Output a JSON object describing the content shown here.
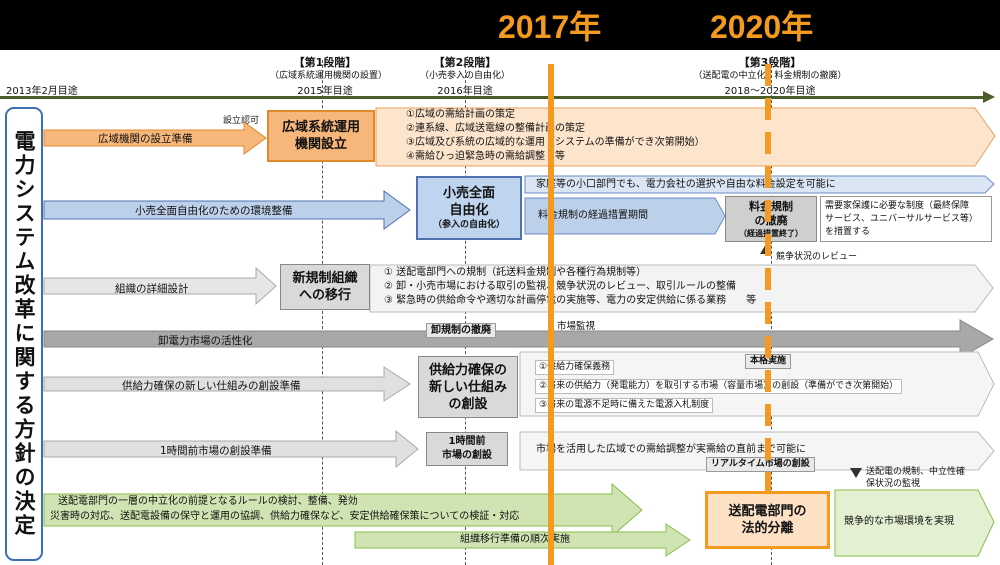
{
  "years": {
    "y2017": "2017年",
    "y2020": "2020年"
  },
  "timeline": {
    "start": "2013年2月目途",
    "stages": [
      {
        "title": "【第1段階】",
        "sub": "（広域系統運用機関の設置）",
        "date": "2015年目途"
      },
      {
        "title": "【第2段階】",
        "sub": "（小売参入の自由化）",
        "date": "2016年目途"
      },
      {
        "title": "【第3段階】",
        "sub": "（送配電の中立化・料金規制の撤廃）",
        "date": "2018～2020年目途"
      }
    ],
    "approval": "設立認可"
  },
  "side_title": "電力システム改革に関する方針の決定",
  "rows": {
    "r1": {
      "prep": "広域機関の設立準備",
      "box": [
        "広域系統運用",
        "機関設立"
      ],
      "items": [
        "①広域の需給計画の策定",
        "②連系線、広域送電線の整備計画の策定",
        "③広域及び系統の広域的な運用（システムの準備ができ次第開始）",
        "④需給ひっ迫緊急時の需給調整　等"
      ]
    },
    "r2": {
      "prep": "小売全面自由化のための環境整備",
      "box": [
        "小売全面",
        "自由化",
        "（参入の自由化）"
      ],
      "top": "家庭等の小口部門でも、電力会社の選択や自由な料金設定を可能に",
      "transition": "料金規制の経過措置期間",
      "abolish": [
        "料金規制",
        "の撤廃",
        "（経過措置終了）"
      ],
      "protect": [
        "需要家保護に必要な制度（最終保障",
        "サービス、ユニバーサルサービス等）",
        "を措置する"
      ],
      "review": "競争状況のレビュー"
    },
    "r3": {
      "prep": "組織の詳細設計",
      "box": [
        "新規制組織",
        "への移行"
      ],
      "items": [
        "① 送配電部門への規制（託送料金規制や各種行為規制等）",
        "② 卸・小売市場における取引の監視、競争状況のレビュー、取引ルールの整備",
        "③ 緊急時の供給命令や適切な計画停電の実施等、電力の安定供給に係る業務　　等"
      ]
    },
    "r4": {
      "prep": "卸電力市場の活性化",
      "tag": "卸規制の撤廃",
      "monitor": "市場監視"
    },
    "r5": {
      "prep": "供給力確保の新しい仕組みの創設準備",
      "box": [
        "供給力確保の",
        "新しい仕組み",
        "の創設"
      ],
      "items": [
        "①供給力確保義務",
        "②将来の供給力（発電能力）を取引する市場（容量市場）の創設（準備ができ次第開始）",
        "③将来の電源不足時に備えた電源入札制度"
      ],
      "tag": "本格実施"
    },
    "r6": {
      "prep": "1時間前市場の創設準備",
      "box": [
        "1時間前",
        "市場の創設"
      ],
      "text": "市場を活用した広域での需給調整が実需給の直前まで可能に",
      "tag": "リアルタイム市場の創設",
      "after": [
        "送配電の規制、中立性確",
        "保状況の監視"
      ]
    },
    "r7": {
      "prep1": "送配電部門の一層の中立化の前提となるルールの検討、整備、発効",
      "prep2": "災害時の対応、送配電設備の保守と運用の協調、供給力確保など、安定供給確保策についての検証・対応",
      "prep3": "組織移行準備の順次実施",
      "box": [
        "送配電部門の",
        "法的分離"
      ],
      "result": "競争的な市場環境を実現"
    }
  },
  "colors": {
    "orange": "#f39a1f",
    "blue_box": "#bfd5ef",
    "blue_arrow": "#4e73b0",
    "gray": "#d9d9d9",
    "green_arrow": "#8bbd4a",
    "timeline": "#4a5e2a"
  }
}
